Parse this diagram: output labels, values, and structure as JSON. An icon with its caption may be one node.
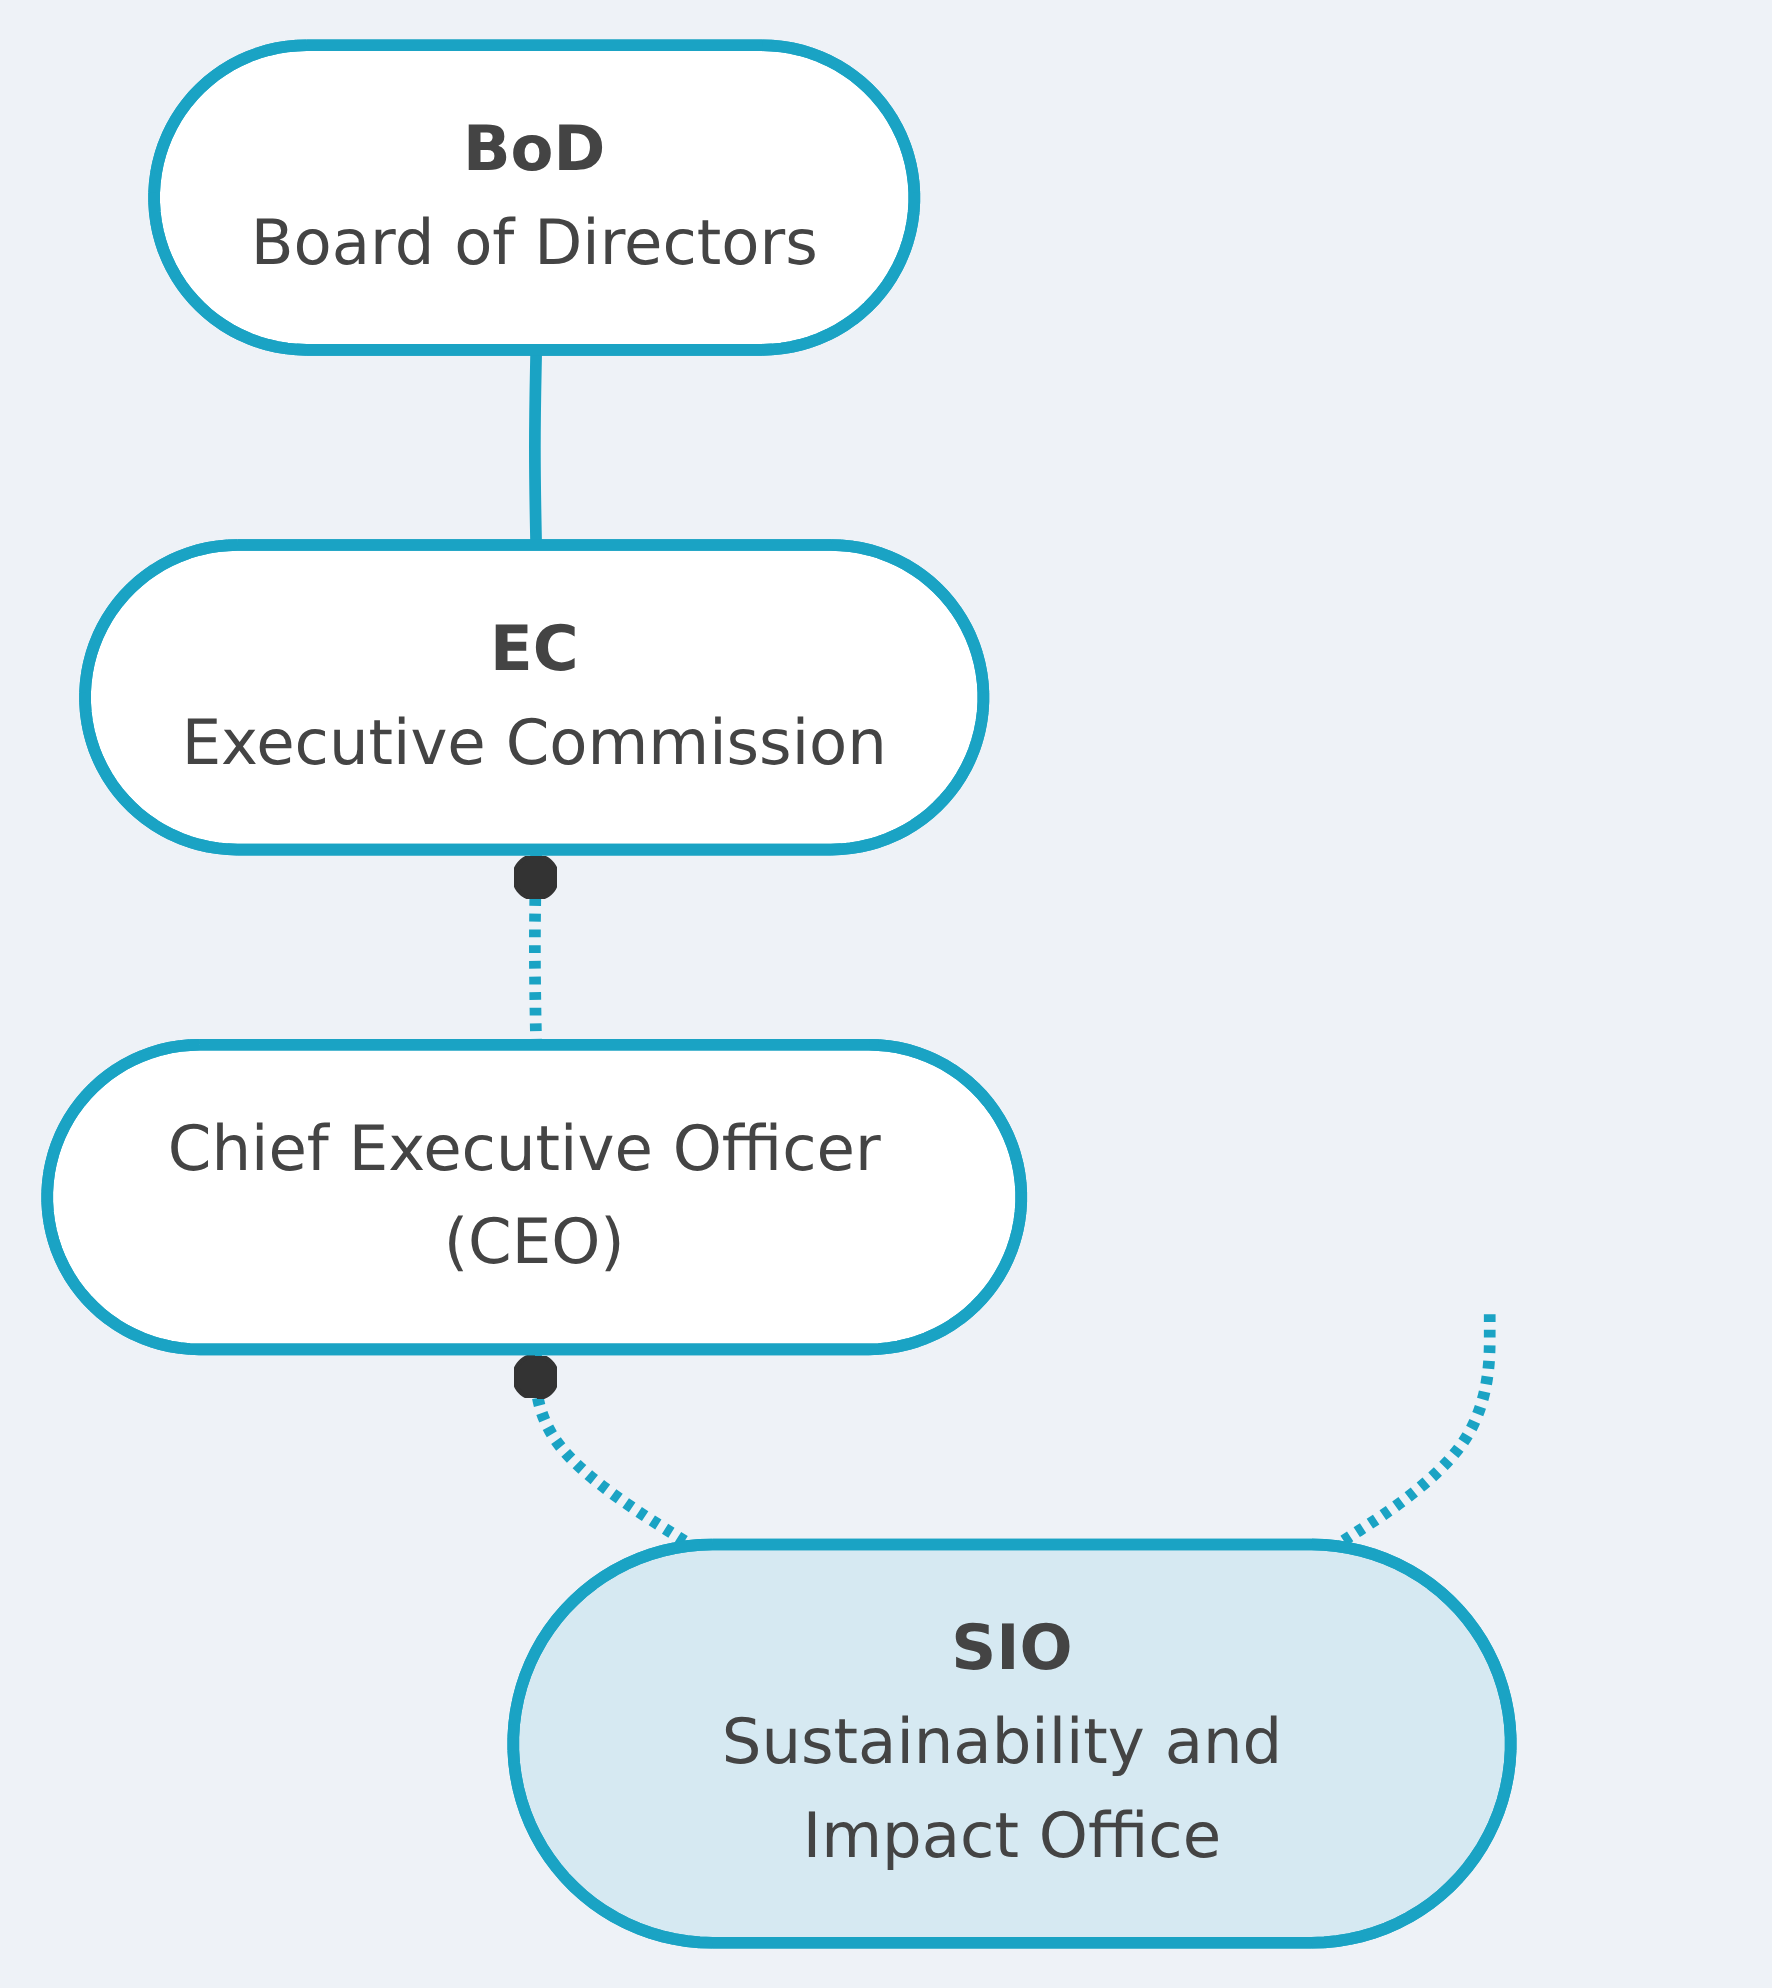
{
  "diagram": {
    "nodes": [
      {
        "text": [
          "BoD",
          "Board of Directors"
        ]
      },
      {
        "text": [
          "EC",
          "Executive Commission"
        ]
      },
      {
        "text": [
          "Chief Executive Officer (CEO)"
        ]
      },
      {
        "text": [
          "SIO",
          "Sustainability and Impact Office"
        ]
      }
    ],
    "edges": [
      {
        "from": 0,
        "to": 1,
        "arrow": "none"
      },
      {
        "from": 1,
        "to": 2,
        "arrow": "other",
        "style": "dashed"
      },
      {
        "from": 2,
        "to": 3,
        "arrow": "other",
        "style": "dashed"
      },
      {
        "from": null,
        "to": 3,
        "arrow": "none",
        "style": "dashed"
      }
    ]
  }
}
